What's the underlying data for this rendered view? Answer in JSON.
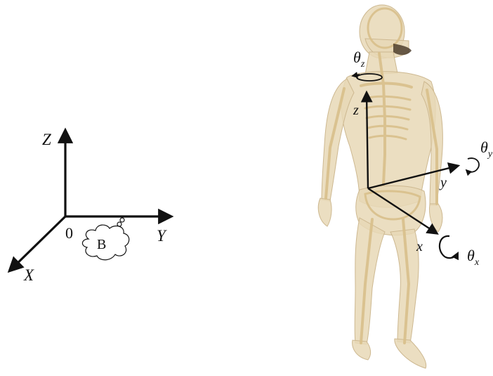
{
  "left_frame": {
    "axis_z": "Z",
    "axis_y": "Y",
    "axis_x": "X",
    "origin": "0",
    "cloud_label": "B"
  },
  "body_frame": {
    "axis_z": "z",
    "axis_y": "y",
    "axis_x": "x",
    "theta_z": {
      "base": "θ",
      "sub": "z"
    },
    "theta_y": {
      "base": "θ",
      "sub": "y"
    },
    "theta_x": {
      "base": "θ",
      "sub": "x"
    }
  },
  "colors": {
    "axis": "#111111",
    "body_fill": "#e7d8b6",
    "body_stroke": "#cdb890",
    "bone": "#d9c08b"
  }
}
